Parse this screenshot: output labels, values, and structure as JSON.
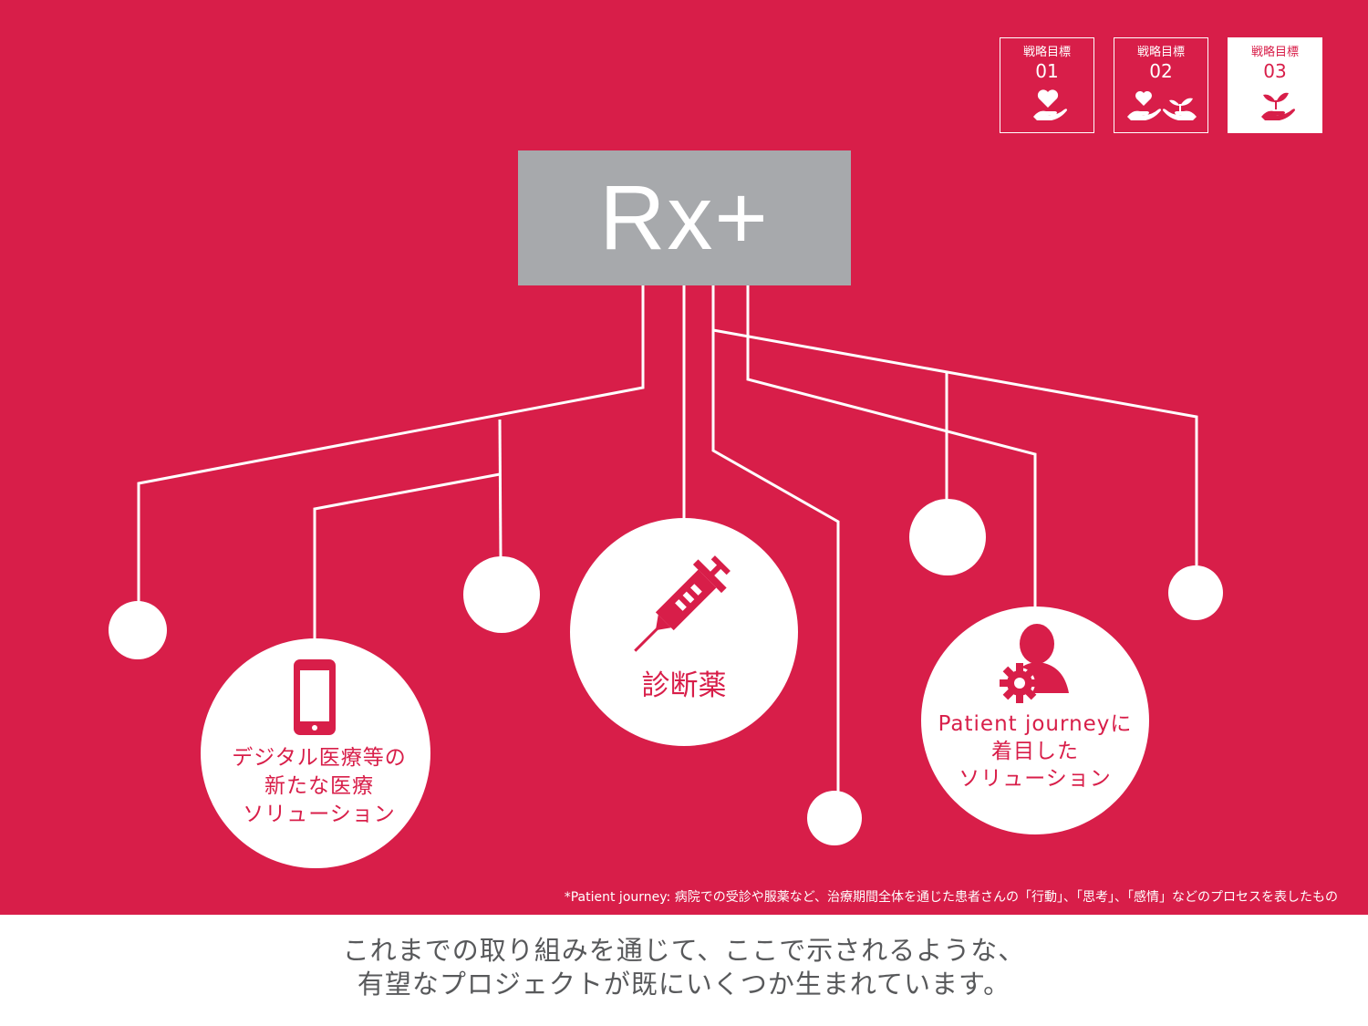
{
  "colors": {
    "accent": "#d81e49",
    "node_box": "#a7a9ac",
    "line": "#ffffff",
    "caption_text": "#58595b"
  },
  "goals": [
    {
      "label": "戦略目標",
      "number": "01",
      "icon": "heart-in-hand-icon",
      "active": false
    },
    {
      "label": "戦略目標",
      "number": "02",
      "icon": "heart-and-sprout-hands-icon",
      "active": false
    },
    {
      "label": "戦略目標",
      "number": "03",
      "icon": "sprout-in-hand-icon",
      "active": true
    }
  ],
  "root": {
    "label": "Rx+"
  },
  "solutions": [
    {
      "icon": "smartphone-icon",
      "lines": [
        "デジタル医療等の",
        "新たな医療",
        "ソリューション"
      ]
    },
    {
      "icon": "syringe-icon",
      "lines": [
        "診断薬"
      ]
    },
    {
      "icon": "person-gear-icon",
      "lines": [
        "Patient journeyに",
        "着目した",
        "ソリューション"
      ]
    }
  ],
  "footnote": "*Patient journey: 病院での受診や服薬など、治療期間全体を通じた患者さんの「行動」、「思考」、「感情」などのプロセスを表したもの",
  "caption": {
    "line1": "これまでの取り組みを通じて、ここで示されるような、",
    "line2": "有望なプロジェクトが既にいくつか生まれています。"
  }
}
